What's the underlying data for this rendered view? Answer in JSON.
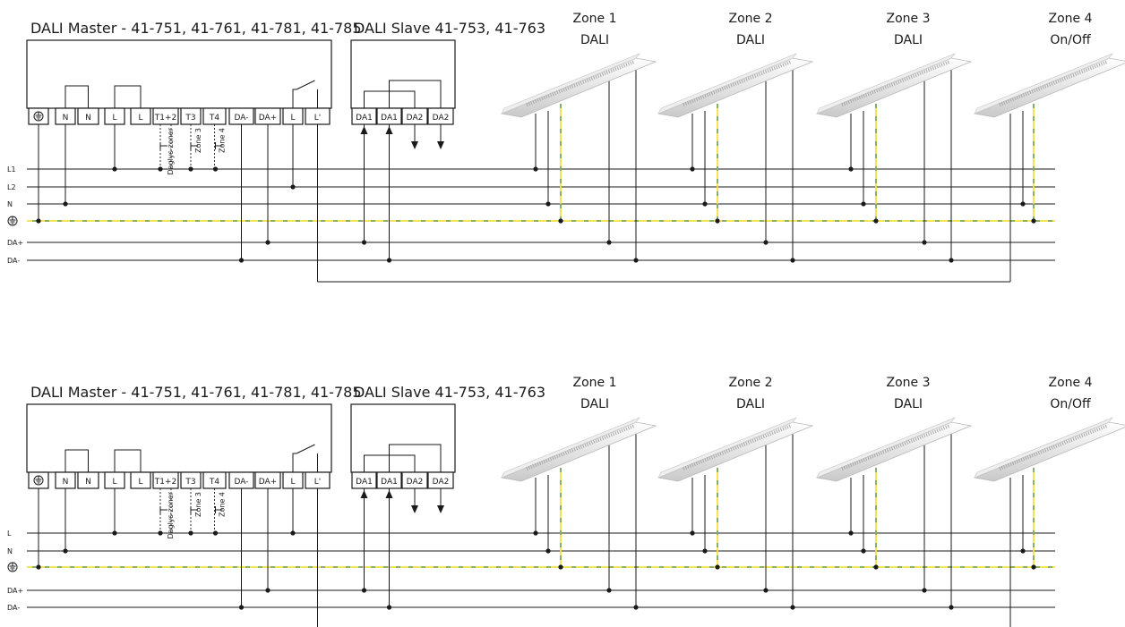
{
  "diagrams": [
    {
      "master_title": "DALI Master - 41-751, 41-761, 41-781, 41-785",
      "slave_title": "DALI Slave 41-753, 41-763",
      "master_terminals": [
        "⏚",
        "N",
        "N",
        "L",
        "L",
        "T1+2",
        "T3",
        "T4",
        "DA-",
        "DA+",
        "L",
        "L'"
      ],
      "slave_terminals": [
        "DA1",
        "DA1",
        "DA2",
        "DA2"
      ],
      "bus_labels": [
        "L1",
        "L2",
        "N",
        "⏚",
        "DA+",
        "DA-"
      ],
      "zone_texts": [
        "Daglys-zoner",
        "Zone 3",
        "Zone 4"
      ],
      "zones": [
        {
          "line1": "Zone 1",
          "line2": "DALI"
        },
        {
          "line1": "Zone 2",
          "line2": "DALI"
        },
        {
          "line1": "Zone 3",
          "line2": "DALI"
        },
        {
          "line1": "Zone 4",
          "line2": "On/Off"
        }
      ]
    },
    {
      "master_title": "DALI Master - 41-751, 41-761, 41-781, 41-785",
      "slave_title": "DALI Slave 41-753, 41-763",
      "master_terminals": [
        "⏚",
        "N",
        "N",
        "L",
        "L",
        "T1+2",
        "T3",
        "T4",
        "DA-",
        "DA+",
        "L",
        "L'"
      ],
      "slave_terminals": [
        "DA1",
        "DA1",
        "DA2",
        "DA2"
      ],
      "bus_labels": [
        "L",
        "N",
        "⏚",
        "DA+",
        "DA-"
      ],
      "zone_texts": [
        "Daglys-zoner",
        "Zone 3",
        "Zone 4"
      ],
      "zones": [
        {
          "line1": "Zone 1",
          "line2": "DALI"
        },
        {
          "line1": "Zone 2",
          "line2": "DALI"
        },
        {
          "line1": "Zone 3",
          "line2": "DALI"
        },
        {
          "line1": "Zone 4",
          "line2": "On/Off"
        }
      ]
    }
  ],
  "colors": {
    "line": "#1a1a1a",
    "earth_yellow": "#f3e040",
    "earth_green": "#7fa86a"
  }
}
